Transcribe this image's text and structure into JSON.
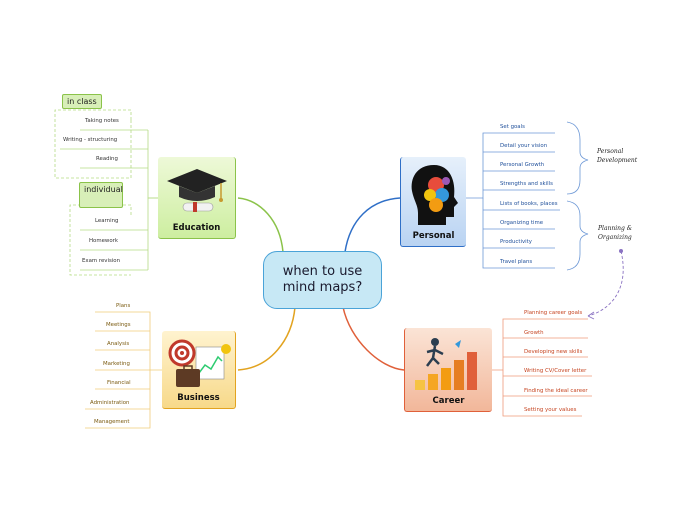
{
  "center": {
    "line1": "when to use",
    "line2": "mind maps?"
  },
  "education": {
    "title": "Education",
    "groups": [
      {
        "label": "in class",
        "items": [
          "Taking notes",
          "Writing - structuring",
          "Reading"
        ]
      },
      {
        "label": "individual",
        "items": [
          "Learning",
          "Homework",
          "Exam revision"
        ]
      }
    ]
  },
  "personal": {
    "title": "Personal",
    "items": [
      "Set goals",
      "Detail your vision",
      "Personal Growth",
      "Strengths and skills",
      "Lists of books, places",
      "Organizing time",
      "Productivity",
      "Travel plans"
    ],
    "notes": [
      "Personal Development",
      "Planning & Organizing"
    ]
  },
  "business": {
    "title": "Business",
    "items": [
      "Plans",
      "Meetings",
      "Analysis",
      "Marketing",
      "Financial",
      "Administration",
      "Management"
    ]
  },
  "career": {
    "title": "Career",
    "items": [
      "Planning career goals",
      "Growth",
      "Developing new skills",
      "Writing CV/Cover letter",
      "Finding the ideal career",
      "Setting  your values"
    ]
  },
  "colors": {
    "education": "#8bc34a",
    "personal": "#2f6fc7",
    "business": "#e2a320",
    "career": "#e0603a",
    "center": "#4aa3d8"
  }
}
